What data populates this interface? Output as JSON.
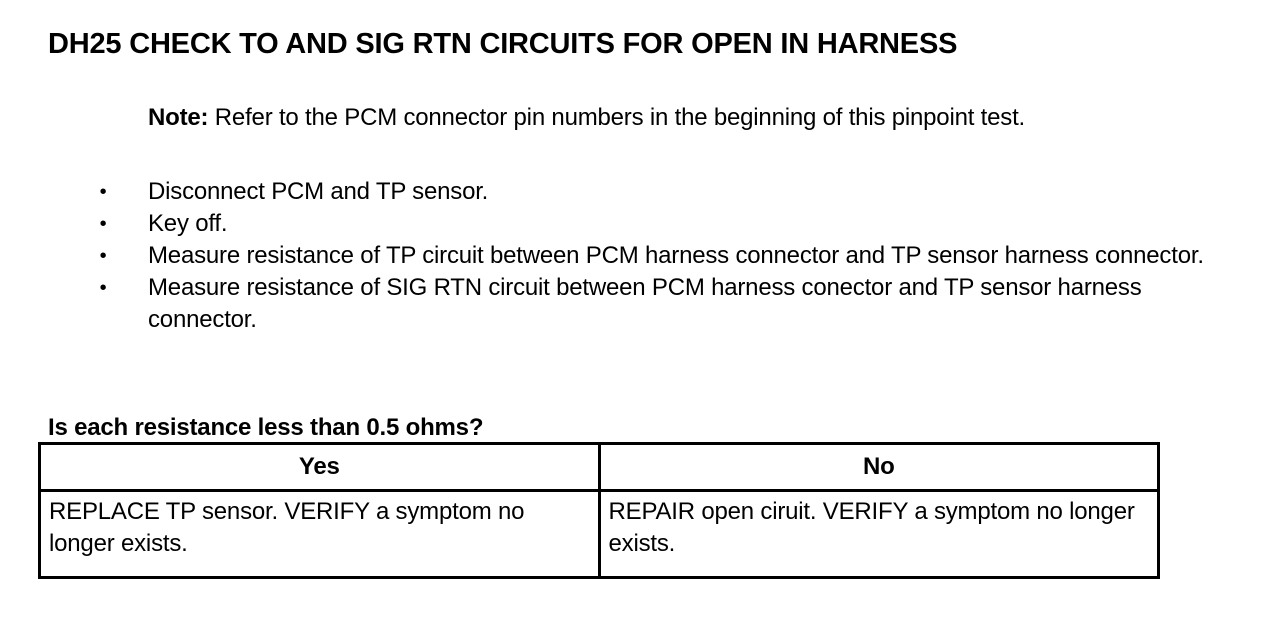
{
  "title": "DH25 CHECK TO AND SIG RTN CIRCUITS FOR OPEN IN HARNESS",
  "note": {
    "label": "Note:",
    "text": " Refer to the PCM connector pin numbers in the beginning of this pinpoint test."
  },
  "steps": [
    "Disconnect PCM and TP sensor.",
    "Key off.",
    "Measure resistance of TP circuit between PCM harness connector and TP sensor harness connector.",
    "Measure resistance of SIG RTN circuit between PCM harness conector and TP sensor harness connector."
  ],
  "bullet_glyph": "•",
  "question": "Is each resistance less than 0.5 ohms?",
  "table": {
    "headers": [
      "Yes",
      "No"
    ],
    "cells": [
      "REPLACE TP sensor. VERIFY a symptom no longer exists.",
      "REPAIR open ciruit. VERIFY a symptom no longer exists."
    ]
  }
}
